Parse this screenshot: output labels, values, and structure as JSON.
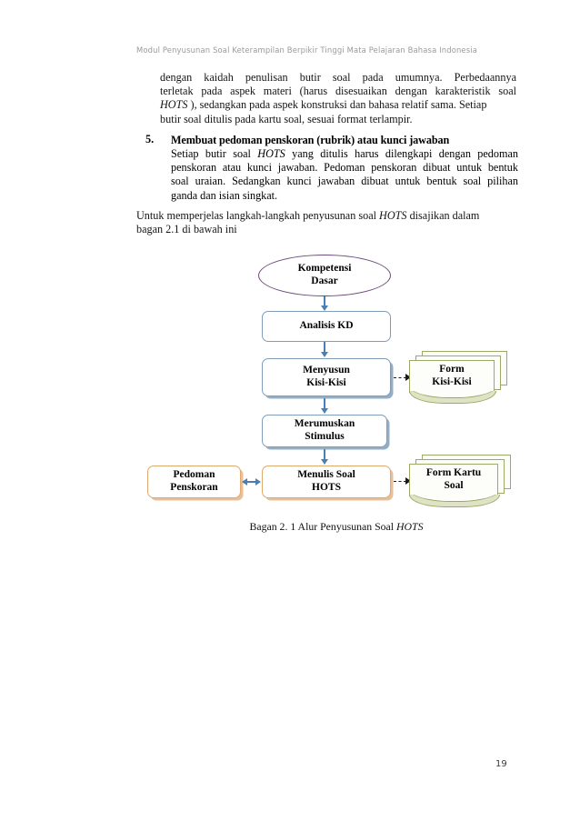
{
  "header": {
    "running_title": "Modul Penyusunan Soal  Keterampilan Berpikir Tinggi Mata Pelajaran Bahasa Indonesia"
  },
  "body": {
    "paragraph_1": {
      "line_1": "dengan  kaidah  penulisan  butir  soal  pada  umumnya.  Perbedaannya",
      "line_2": "terletak pada aspek materi (harus  disesuaikan  dengan  karakteristik soal",
      "line_3_pre": "",
      "line_3_em": "HOTS",
      "line_3_post": " ),  sedangkan  pada aspek konstruksi dan bahasa relatif sama. Setiap",
      "line_4": "butir soal ditulis pada kartu soal, sesuai format terlampir."
    },
    "list_item_5": {
      "number": "5.",
      "title": "Membuat pedoman penskoran (rubrik) atau kunci jawaban",
      "line_1_pre": "Setiap  butir  soal  ",
      "line_1_em": "HOTS",
      "line_1_post": "  yang  ditulis  harus  dilengkapi  dengan  pedoman",
      "line_2": "penskoran atau kunci jawaban. Pedoman penskoran dibuat untuk bentuk",
      "line_3": "soal uraian. Sedangkan  kunci  jawaban  dibuat  untuk  bentuk  soal  pilihan",
      "line_4": "ganda  dan  isian singkat."
    },
    "paragraph_2": {
      "line_1_pre": "Untuk memperjelas langkah-langkah penyusunan soal ",
      "line_1_em": "HOTS",
      "line_1_post": " disajikan dalam",
      "line_2": "bagan 2.1 di bawah ini"
    }
  },
  "chart_data": {
    "type": "diagram",
    "title": "Alur Penyusunan Soal HOTS",
    "nodes": [
      {
        "id": "kompetensi-dasar",
        "label_line_1": "Kompetensi",
        "label_line_2": "Dasar",
        "shape": "ellipse",
        "color": "#6b4a78"
      },
      {
        "id": "analisis-kd",
        "label_line_1": "Analisis KD",
        "label_line_2": "",
        "shape": "rounded-rect",
        "color": "#7f9db9"
      },
      {
        "id": "menyusun-kisi-kisi",
        "label_line_1": "Menyusun",
        "label_line_2": "Kisi-Kisi",
        "shape": "rounded-rect",
        "color": "#7f9db9"
      },
      {
        "id": "merumuskan-stimulus",
        "label_line_1": "Merumuskan",
        "label_line_2": "Stimulus",
        "shape": "rounded-rect",
        "color": "#7f9db9"
      },
      {
        "id": "menulis-soal-hots",
        "label_line_1": "Menulis Soal",
        "label_line_2": "HOTS",
        "shape": "rounded-rect",
        "color": "#e0a96d"
      },
      {
        "id": "pedoman-penskoran",
        "label_line_1": "Pedoman",
        "label_line_2": "Penskoran",
        "shape": "rounded-rect",
        "color": "#e0a96d"
      },
      {
        "id": "form-kisi-kisi",
        "label_line_1": "Form",
        "label_line_2": "Kisi-Kisi",
        "shape": "document-stack",
        "color": "#9aa86a"
      },
      {
        "id": "form-kartu-soal",
        "label_line_1": "Form Kartu",
        "label_line_2": "Soal",
        "shape": "document-stack",
        "color": "#9aa86a"
      }
    ],
    "edges": [
      {
        "from": "kompetensi-dasar",
        "to": "analisis-kd",
        "style": "solid-arrow",
        "direction": "down"
      },
      {
        "from": "analisis-kd",
        "to": "menyusun-kisi-kisi",
        "style": "solid-arrow",
        "direction": "down"
      },
      {
        "from": "menyusun-kisi-kisi",
        "to": "form-kisi-kisi",
        "style": "dashed-arrow",
        "direction": "right"
      },
      {
        "from": "menyusun-kisi-kisi",
        "to": "merumuskan-stimulus",
        "style": "solid-arrow",
        "direction": "down"
      },
      {
        "from": "merumuskan-stimulus",
        "to": "menulis-soal-hots",
        "style": "solid-arrow",
        "direction": "down"
      },
      {
        "from": "menulis-soal-hots",
        "to": "pedoman-penskoran",
        "style": "solid-arrow",
        "direction": "both-left"
      },
      {
        "from": "menulis-soal-hots",
        "to": "form-kartu-soal",
        "style": "dashed-arrow",
        "direction": "right"
      }
    ]
  },
  "caption": {
    "prefix": "Bagan 2. 1  Alur Penyusunan Soal ",
    "emphasis": "HOTS"
  },
  "footer": {
    "page_number": "19"
  }
}
